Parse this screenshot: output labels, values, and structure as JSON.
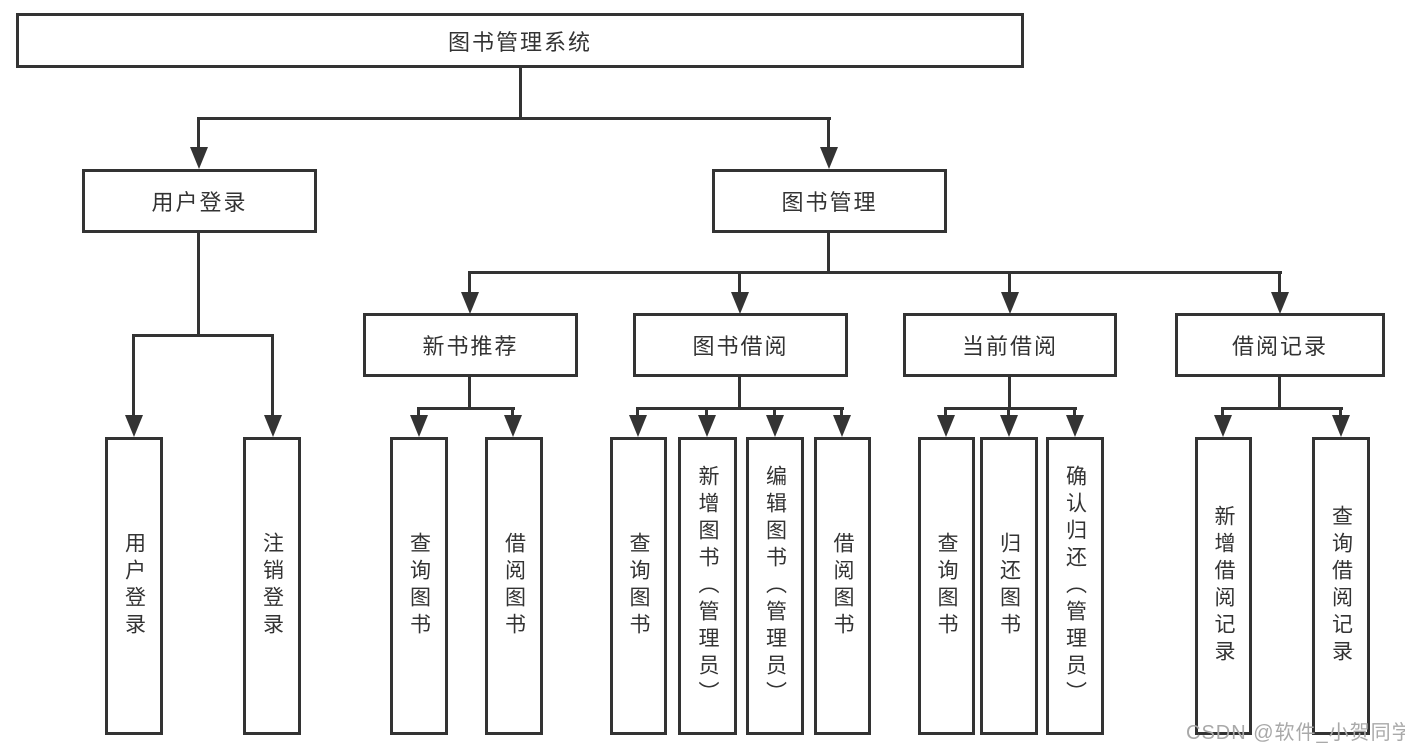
{
  "diagram": {
    "title": "图书管理系统",
    "type": "hierarchy-tree",
    "line_color": "#333333",
    "box_background": "#ffffff",
    "text_color": "#333333",
    "tree": {
      "label": "图书管理系统",
      "children": [
        {
          "label": "用户登录",
          "children": [
            {
              "label": "用户登录"
            },
            {
              "label": "注销登录"
            }
          ]
        },
        {
          "label": "图书管理",
          "children": [
            {
              "label": "新书推荐",
              "children": [
                {
                  "label": "查询图书"
                },
                {
                  "label": "借阅图书"
                }
              ]
            },
            {
              "label": "图书借阅",
              "children": [
                {
                  "label": "查询图书"
                },
                {
                  "label": "新增图书（管理员）"
                },
                {
                  "label": "编辑图书（管理员）"
                },
                {
                  "label": "借阅图书"
                }
              ]
            },
            {
              "label": "当前借阅",
              "children": [
                {
                  "label": "查询图书"
                },
                {
                  "label": "归还图书"
                },
                {
                  "label": "确认归还（管理员）"
                }
              ]
            },
            {
              "label": "借阅记录",
              "children": [
                {
                  "label": "新增借阅记录"
                },
                {
                  "label": "查询借阅记录"
                }
              ]
            }
          ]
        }
      ]
    }
  },
  "watermark": {
    "text": "CSDN @软件_小贺同学",
    "color": "#a9a9a9"
  }
}
